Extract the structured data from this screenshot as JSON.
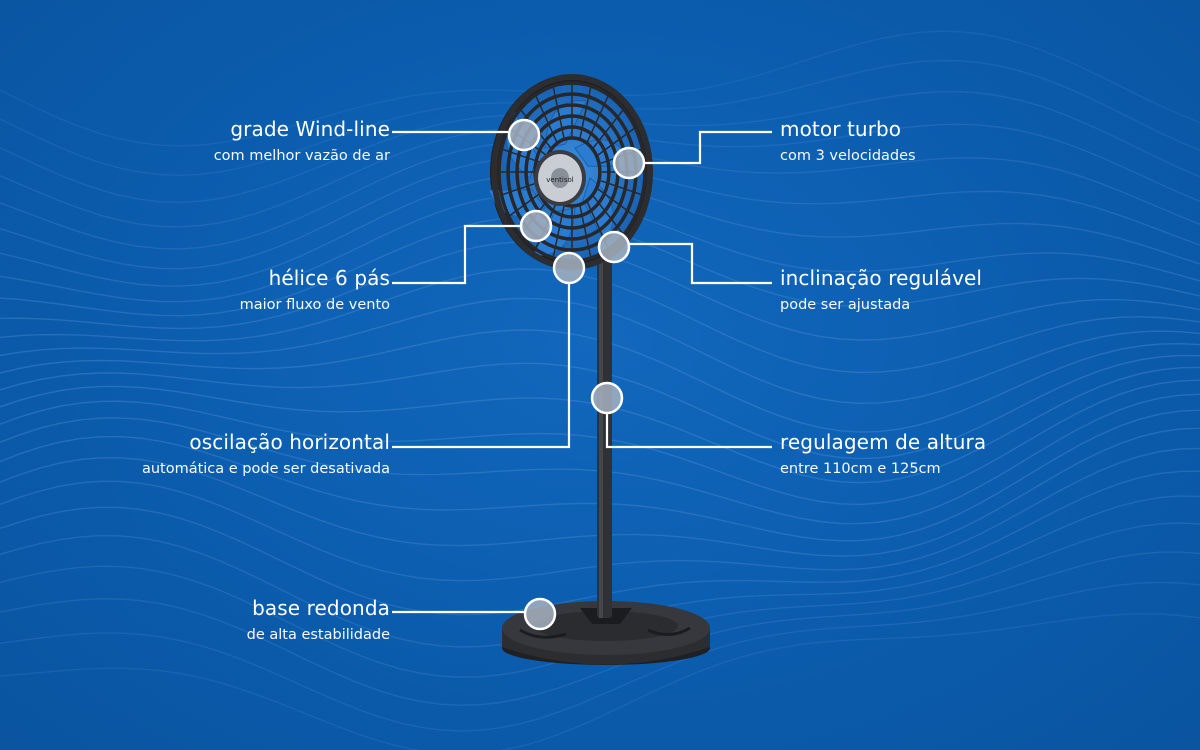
{
  "theme": {
    "background": "#0b5cad",
    "wave": "#4f8fd6",
    "fan_body": "#2b2d31",
    "fan_blade": "#2c7fd4",
    "marker_fill": "#a7b2bf",
    "line": "#ffffff",
    "text": "#ffffff"
  },
  "features": {
    "grade": {
      "title": "grade Wind-line",
      "subtitle": "com melhor vazão de ar"
    },
    "helice": {
      "title": "hélice 6 pás",
      "subtitle": "maior fluxo de vento"
    },
    "oscilacao": {
      "title": "oscilação horizontal",
      "subtitle": "automática e pode ser desativada"
    },
    "base": {
      "title": "base redonda",
      "subtitle": "de alta estabilidade"
    },
    "motor": {
      "title": "motor turbo",
      "subtitle": "com 3 velocidades"
    },
    "inclinacao": {
      "title": "inclinação regulável",
      "subtitle": "pode ser ajustada"
    },
    "altura": {
      "title": "regulagem de altura",
      "subtitle": "entre 110cm e 125cm"
    }
  },
  "product": {
    "image_name": "standing-fan",
    "brand_label": "ventisol"
  }
}
